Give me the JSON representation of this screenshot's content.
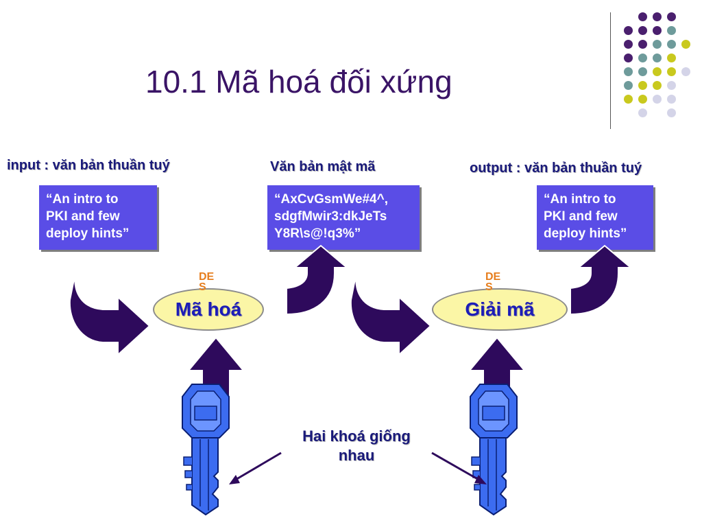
{
  "slide": {
    "title": "10.1 Mã hoá đối xứng",
    "input_label": "input : văn bản thuần tuý",
    "cipher_label": "Văn bản mật mã",
    "output_label": "output : văn bản thuần tuý",
    "input_text": [
      "“An intro to",
      "PKI and few",
      "deploy hints”"
    ],
    "cipher_text": [
      "“AxCvGsmWe#4^,",
      "sdgfMwir3:dkJeTs",
      "Y8R\\s@!q3%”"
    ],
    "output_text": [
      "“An intro to",
      "PKI and few",
      "deploy hints”"
    ],
    "encrypt_label": "Mã hoá",
    "decrypt_label": "Giải mã",
    "algorithm_left": "DES",
    "algorithm_right": "DES",
    "keys_note": [
      "Hai khoá giống",
      "nhau"
    ]
  },
  "colors": {
    "title": "#3a1466",
    "box": "#5a4de6",
    "arrow": "#2e0a5c",
    "key": "#3c6cf0",
    "ellipse": "#fbf6a6",
    "des": "#e67e1e",
    "dot_purple": "#4a1f6e",
    "dot_teal": "#6e9b9b",
    "dot_yellow": "#c9c91e",
    "dot_lilac": "#d4d4e8"
  }
}
